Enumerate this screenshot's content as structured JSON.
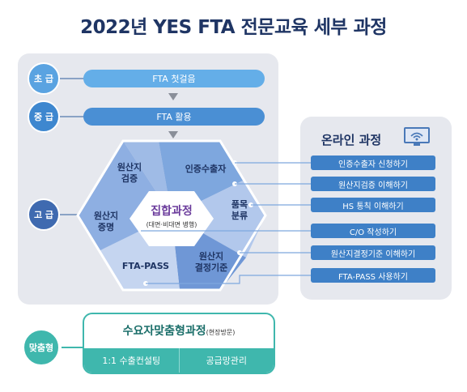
{
  "title": "2022년 YES FTA 전문교육 세부 과정",
  "levels": {
    "basic": "초 급",
    "intermediate": "중 급",
    "advanced": "고 급",
    "custom": "맞춤형"
  },
  "courses": {
    "basic": "FTA 첫걸음",
    "intermediate": "FTA 활용"
  },
  "advanced_hex": {
    "center_title": "집합과정",
    "center_subtitle": "(대면·비대면 병행)",
    "segments": [
      "원산지\n검증",
      "인증수출자",
      "품목\n분류",
      "원산지\n결정기준",
      "FTA-PASS",
      "원산지\n증명"
    ]
  },
  "online": {
    "title": "온라인 과정",
    "items": [
      "인증수출자 신청하기",
      "원산지검증 이해하기",
      "HS 통칙 이해하기",
      "C/O 작성하기",
      "원산지결정기준 이해하기",
      "FTA-PASS 사용하기"
    ]
  },
  "custom": {
    "title": "수요자맞춤형과정",
    "title_note": "(현장방문)",
    "options": [
      "1:1 수출컨설팅",
      "공급망관리"
    ]
  },
  "colors": {
    "title": "#1f3564",
    "basic": "#64aee8",
    "intermediate": "#4a8fd4",
    "advanced": "#3f6ab0",
    "online": "#3e80c7",
    "custom": "#3fb7ad",
    "center": "#6b3c9c"
  }
}
